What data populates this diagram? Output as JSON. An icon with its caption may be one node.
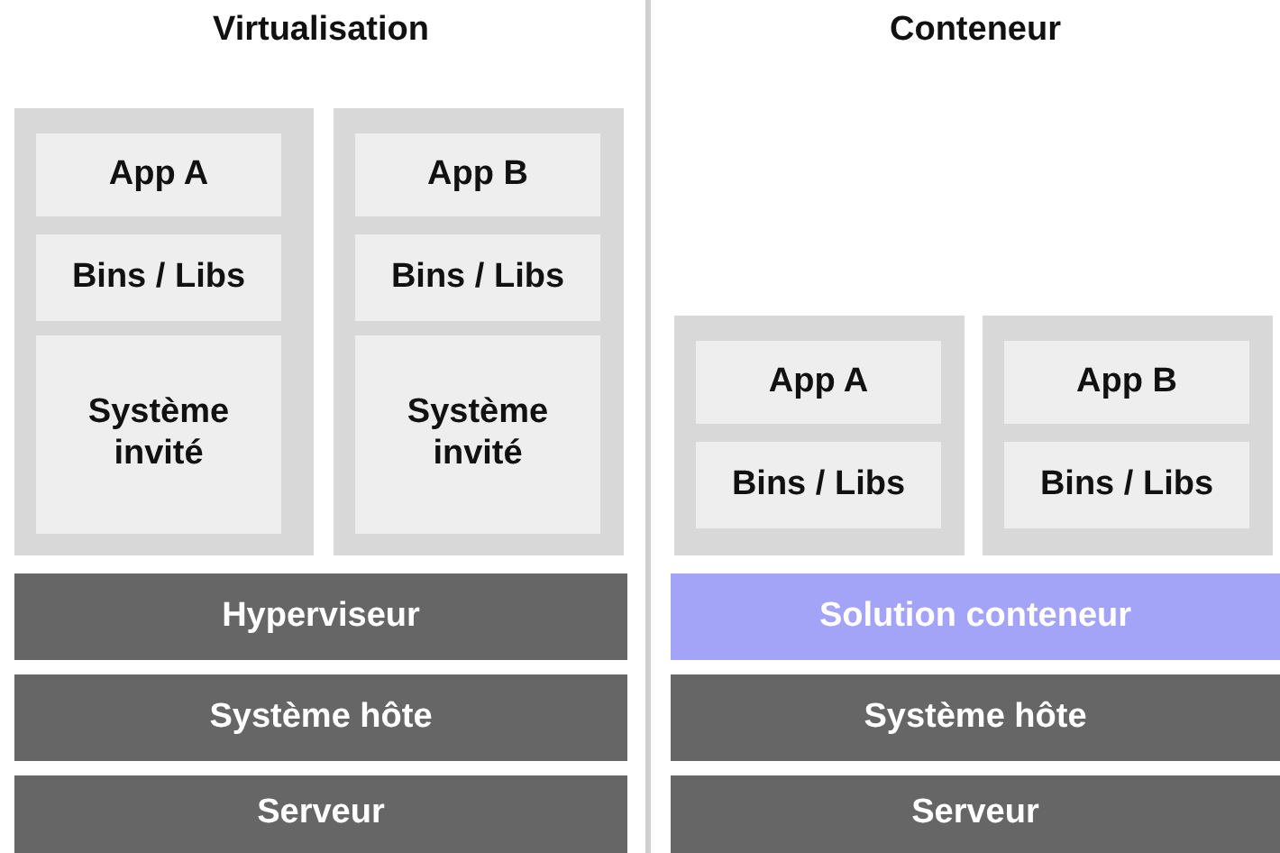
{
  "diagram": {
    "nodes": [
      {
        "text": [],
        "shape": "box"
      },
      {
        "text": [
          "App A"
        ],
        "in": 0
      },
      {
        "text": [
          "Bins / Libs"
        ],
        "in": 0
      },
      {
        "text": [
          "Système invité"
        ],
        "in": 0
      },
      {
        "text": [],
        "shape": "box"
      },
      {
        "text": [
          "App B"
        ],
        "in": 4
      },
      {
        "text": [
          "Bins / Libs"
        ],
        "in": 4
      },
      {
        "text": [
          "Système invité"
        ],
        "in": 4
      },
      {
        "text": [
          "Hyperviseur"
        ]
      },
      {
        "text": [
          "Système hôte"
        ]
      },
      {
        "text": [
          "Serveur"
        ]
      },
      {
        "text": [],
        "shape": "box"
      },
      {
        "text": [
          "App A"
        ],
        "in": 11
      },
      {
        "text": [
          "Bins / Libs"
        ],
        "in": 11
      },
      {
        "text": [],
        "shape": "box"
      },
      {
        "text": [
          "App B"
        ],
        "in": 14
      },
      {
        "text": [
          "Bins / Libs"
        ],
        "in": 14
      },
      {
        "text": [
          "Solution conteneur"
        ]
      },
      {
        "text": [
          "Système hôte"
        ]
      },
      {
        "text": [
          "Serveur"
        ]
      }
    ],
    "labels": [
      "Virtualisation",
      "Conteneur"
    ]
  }
}
